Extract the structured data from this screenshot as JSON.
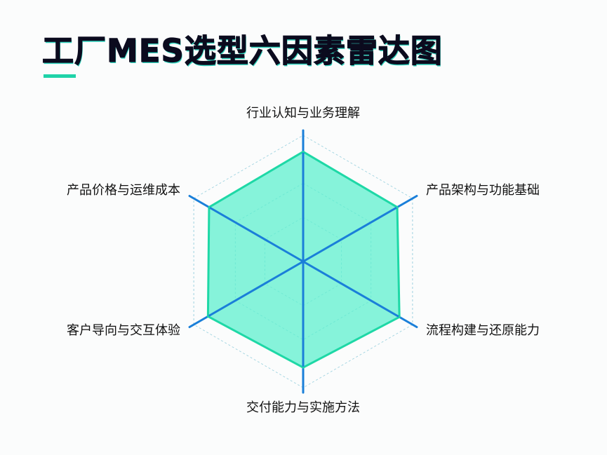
{
  "title": "工厂MES选型六因素雷达图",
  "chart_data": {
    "type": "radar",
    "title": "工厂MES选型六因素雷达图",
    "axes": [
      "行业认知与业务理解",
      "产品架构与功能基础",
      "流程构建与还原能力",
      "交付能力与实施方法",
      "客户导向与交互体验",
      "产品价格与运维成本"
    ],
    "values": [
      8.7,
      8.6,
      8.8,
      8.4,
      8.7,
      8.6
    ],
    "range": [
      0,
      10
    ],
    "grid_levels": [
      3.5,
      6.2,
      10
    ],
    "grid": true,
    "colors": {
      "fill": "#5ff0cf",
      "stroke": "#1ed8a6",
      "axis": "#1a7fd9",
      "grid": "#9fd3e0"
    }
  }
}
